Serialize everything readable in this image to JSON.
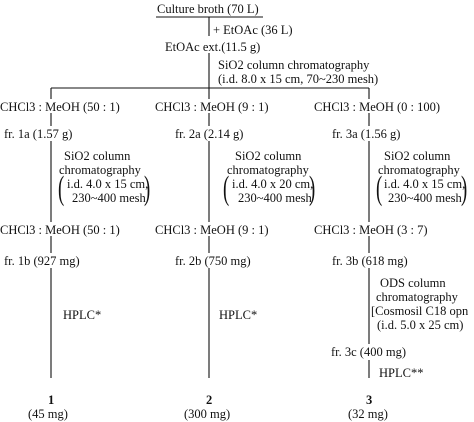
{
  "top": {
    "broth": "Culture broth (70 L)",
    "add_etoac": "+ EtOAc (36 L)",
    "extract": "EtOAc ext.(11.5 g)",
    "sio2_l1": "SiO2 column chromatography",
    "sio2_l2": "(i.d. 8.0 x 15 cm, 70~230 mesh)"
  },
  "col1": {
    "eluent1": "CHCl3 : MeOH (50 : 1)",
    "fr_a": "fr. 1a (1.57 g)",
    "chrom_l1": "SiO2 column",
    "chrom_l2": "chromatography",
    "chrom_l3": "i.d. 4.0 x 15 cm,",
    "chrom_l4": "230~400 mesh",
    "eluent2": "CHCl3 : MeOH (50 : 1)",
    "fr_b": "fr. 1b (927 mg)",
    "hplc": "HPLC*",
    "compound": "1",
    "yield": "(45 mg)"
  },
  "col2": {
    "eluent1": "CHCl3 : MeOH (9 : 1)",
    "fr_a": "fr. 2a (2.14 g)",
    "chrom_l1": "SiO2 column",
    "chrom_l2": "chromatography",
    "chrom_l3": "i.d. 4.0 x 20 cm,",
    "chrom_l4": "230~400 mesh",
    "eluent2": "CHCl3 : MeOH (9 : 1)",
    "fr_b": "fr. 2b (750 mg)",
    "hplc": "HPLC*",
    "compound": "2",
    "yield": "(300 mg)"
  },
  "col3": {
    "eluent1": "CHCl3 : MeOH (0 : 100)",
    "fr_a": "fr. 3a (1.56 g)",
    "chrom_l1": "SiO2 column",
    "chrom_l2": "chromatography",
    "chrom_l3": "i.d. 4.0 x 15 cm,",
    "chrom_l4": "230~400 mesh",
    "eluent2": "CHCl3 : MeOH (3 : 7)",
    "fr_b": "fr. 3b (618 mg)",
    "ods_l1": "ODS column",
    "ods_l2": "chromatography",
    "ods_l3": "[Cosmosil C18 opn",
    "ods_l4": "(i.d. 5.0 x 25 cm)",
    "fr_c": "fr. 3c (400 mg)",
    "hplc": "HPLC**",
    "compound": "3",
    "yield": "(32 mg)"
  }
}
